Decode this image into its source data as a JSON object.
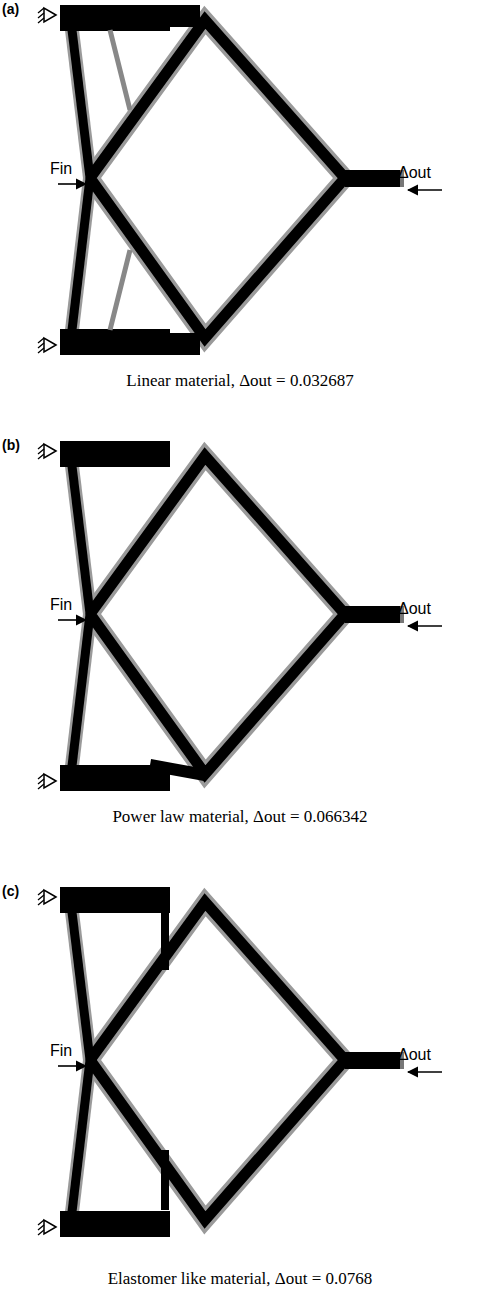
{
  "diagram": {
    "labels": [
      "(a)",
      "Fin",
      "Δout",
      "Linear material, Δout = 0.032687",
      "(b)",
      "Fin",
      "Δout",
      "Power law material, Δout = 0.066342",
      "(c)",
      "Fin",
      "Δout",
      "Elastomer like material, Δout = 0.0768"
    ]
  }
}
